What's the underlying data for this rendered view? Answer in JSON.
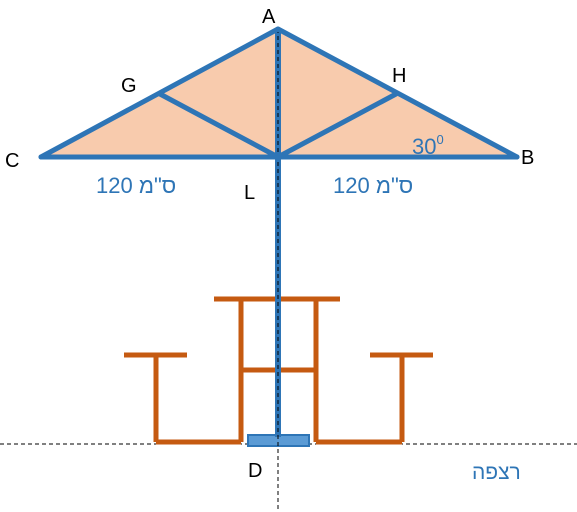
{
  "points": {
    "A": "A",
    "B": "B",
    "C": "C",
    "D": "D",
    "G": "G",
    "H": "H",
    "L": "L"
  },
  "labels": {
    "left_length": "120 ס\"מ",
    "right_length": "120 ס\"מ",
    "angle_value": "30",
    "angle_degree": "0",
    "floor": "רצפה"
  },
  "colors": {
    "umbrella_frame": "#2e75b6",
    "canopy_fill": "#f8cbad",
    "table_frame": "#c55a11",
    "text_blue": "#2e75b6",
    "base_fill": "#5b9bd5"
  }
}
